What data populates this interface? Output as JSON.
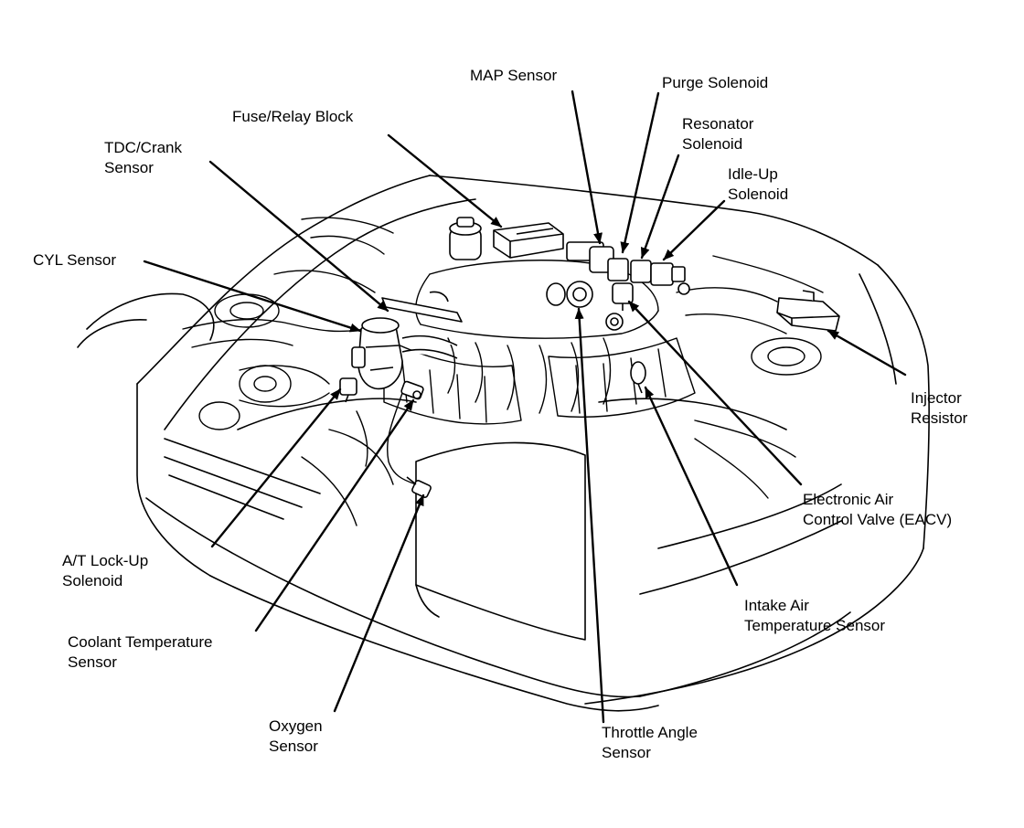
{
  "labels": {
    "map_sensor": [
      "MAP Sensor"
    ],
    "purge_solenoid": [
      "Purge Solenoid"
    ],
    "fuse_relay_block": [
      "Fuse/Relay Block"
    ],
    "resonator_solenoid": [
      "Resonator",
      "Solenoid"
    ],
    "tdc_crank_sensor": [
      "TDC/Crank",
      "Sensor"
    ],
    "idle_up_solenoid": [
      "Idle-Up",
      "Solenoid"
    ],
    "cyl_sensor": [
      "CYL Sensor"
    ],
    "injector_resistor": [
      "Injector",
      "Resistor"
    ],
    "eacv": [
      "Electronic Air",
      "Control Valve (EACV)"
    ],
    "at_lockup_solenoid": [
      "A/T Lock-Up",
      "Solenoid"
    ],
    "intake_air_temp_sensor": [
      "Intake Air",
      "Temperature Sensor"
    ],
    "coolant_temp_sensor": [
      "Coolant Temperature",
      "Sensor"
    ],
    "oxygen_sensor": [
      "Oxygen",
      "Sensor"
    ],
    "throttle_angle_sensor": [
      "Throttle Angle",
      "Sensor"
    ]
  },
  "colors": {
    "ink": "#000000",
    "paper": "#ffffff"
  }
}
